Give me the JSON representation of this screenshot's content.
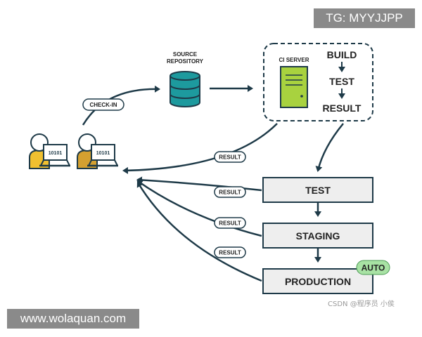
{
  "watermark_top": "TG: MYYJJPP",
  "watermark_bottom": "www.wolaquan.com",
  "credit": "CSDN @程序员 小侯",
  "source_repository": {
    "line1": "SOURCE",
    "line2": "REPOSITORY"
  },
  "check_in_label": "CHECK-IN",
  "ci_server": {
    "label": "CI SERVER",
    "steps": [
      "BUILD",
      "TEST",
      "RESULT"
    ]
  },
  "developers": [
    {
      "screen_text": "10101"
    },
    {
      "screen_text": "10101"
    }
  ],
  "result_labels": [
    "RESULT",
    "RESULT",
    "RESULT",
    "RESULT"
  ],
  "pipeline": {
    "stages": [
      "TEST",
      "STAGING",
      "PRODUCTION"
    ],
    "auto_badge": "AUTO"
  },
  "colors": {
    "repo": "#1d9a9e",
    "server": "#a8d23f",
    "dev1_body": "#f0c030",
    "dev2_body": "#d4a030",
    "stage_fill": "#eeeeee",
    "auto_badge": "#a8e2a4",
    "line": "#1e3a48"
  }
}
